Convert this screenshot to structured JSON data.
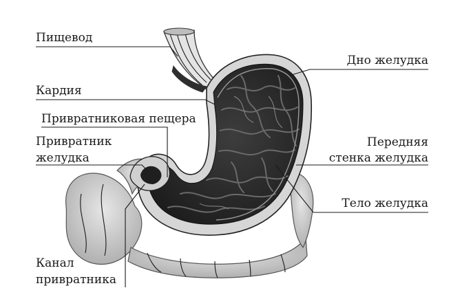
{
  "figure": {
    "labels": {
      "esophagus": "Пищевод",
      "cardia": "Кардия",
      "pyloric_antrum": "Привратниковая пещера",
      "pylorus_line1": "Привратник",
      "pylorus_line2": "желудка",
      "pyloric_canal_line1": "Канал",
      "pyloric_canal_line2": "привратника",
      "fundus": "Дно желудка",
      "anterior_wall_line1": "Передняя",
      "anterior_wall_line2": "стенка желудка",
      "body": "Тело желудка"
    },
    "palette": {
      "ink": "#1a1a1a",
      "stomach_interior": "#2b2b2b",
      "mucosa_fold": "#5a5a5a",
      "wall": "#d9d9d9",
      "intestine": "#cfcfcf",
      "intestine_shade": "#9a9a9a"
    }
  }
}
